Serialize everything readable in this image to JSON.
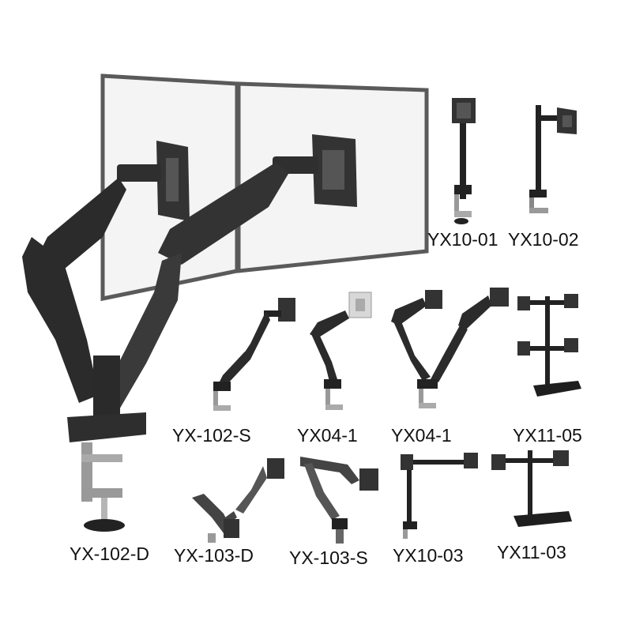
{
  "catalog": {
    "featured": {
      "model": "YX-102-D"
    },
    "products": [
      {
        "model": "YX10-01"
      },
      {
        "model": "YX10-02"
      },
      {
        "model": "YX-102-S"
      },
      {
        "model": "YX04-1"
      },
      {
        "model": "YX04-1"
      },
      {
        "model": "YX11-05"
      },
      {
        "model": "YX-103-D"
      },
      {
        "model": "YX-103-S"
      },
      {
        "model": "YX10-03"
      },
      {
        "model": "YX11-03"
      }
    ]
  },
  "colors": {
    "background": "#ffffff",
    "metal_dark": "#2b2b2b",
    "metal_mid": "#4a4a4a",
    "frame": "#5a5a5a",
    "screen": "#f4f4f4",
    "label_text": "#111111"
  }
}
